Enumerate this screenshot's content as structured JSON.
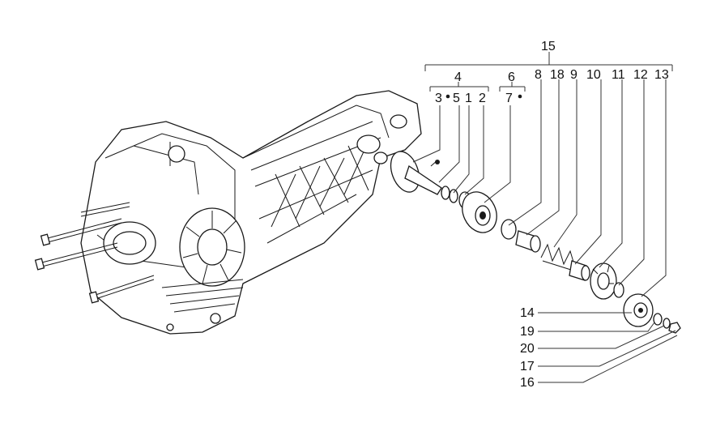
{
  "labels": {
    "l15": "15",
    "l4": "4",
    "l6": "6",
    "l8": "8",
    "l18": "18",
    "l9": "9",
    "l10": "10",
    "l11": "11",
    "l12": "12",
    "l13": "13",
    "l3": "3",
    "l5": "5",
    "l1": "1",
    "l2": "2",
    "l7": "7",
    "l14": "14",
    "l19": "19",
    "l20": "20",
    "l17": "17",
    "l16": "16"
  }
}
